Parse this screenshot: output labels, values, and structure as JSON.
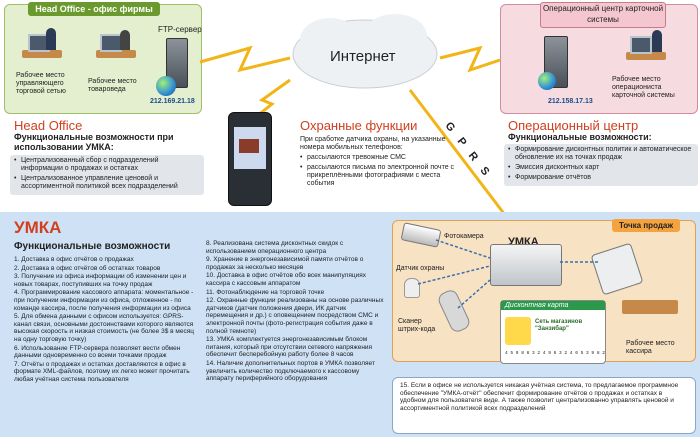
{
  "head_office": {
    "tab": "Head Office - офис фирмы",
    "ws1": "Рабочее место управляющего торговой сетью",
    "ws2": "Рабочее место товароведа",
    "ftp_label": "FTP-сервер",
    "ip": "212.169.21.18",
    "section_title": "Head Office",
    "subtitle": "Функциональные возможности при использовании УМКА:",
    "bullets": [
      "Централизованный сбор с подразделений информации о продажах и остатках",
      "Централизованное управление ценовой и ассортиментной политикой всех подразделений"
    ]
  },
  "op_center": {
    "tab": "Операционный центр карточной системы",
    "ws": "Рабочее место операциониста карточной системы",
    "ip": "212.158.17.13",
    "section_title": "Операционный центр",
    "subtitle": "Функциональные возможности:",
    "bullets": [
      "Формирование дисконтных политик и автоматическое обновление их на точках продаж",
      "Эмиссия дисконтных карт",
      "Формирование отчётов"
    ]
  },
  "internet": {
    "label": "Интернет",
    "gprs": "G P R S"
  },
  "security": {
    "section_title": "Охранные функции",
    "intro": "При сработке датчика охраны, на указанные номера мобильных телефонов:",
    "bullets": [
      "рассылаются тревожные СМС",
      "рассылаются письма по электронной почте с прикреплёнными фотографиями с места события"
    ]
  },
  "umka": {
    "title": "УМКА",
    "subtitle": "Функциональные возможности",
    "col1": [
      "1. Доставка в офис отчётов о продажах",
      "2. Доставка в офис отчётов об остатках товаров",
      "3. Получение из офиса информации об изменении цен и новых товарах, поступивших на точку продаж",
      "4. Программирование кассового аппарата: моментальное - при получении информации из офиса, отложенное - по команде кассира, после получения информации из офиса",
      "5. Для обмена данными с офисом используется: GPRS-канал связи, основными достоинствами которого являются высокая скорость и низкая стоимость (не более 3$ в месяц на одну торговую точку)",
      "6. Использование FTP-сервера позволяет вести обмен данными одновременно со всеми точками продаж",
      "7. Отчёты о продажах и остатках доставляются в офис в формате XML-файлов, поэтому их легко может прочитать любая учётная система пользователя"
    ],
    "col2": [
      "8. Реализована система дисконтных скидок с использованием операционного центра",
      "9. Хранение в энергонезависимой памяти отчётов о продажах за несколько месяцев",
      "10. Доставка в офис отчётов обо всех манипуляциях кассира с кассовым аппаратом",
      "11. Фотонаблюдение на торговой точке",
      "12. Охранные функции реализованы на основе различных датчиков (датчик положения двери, ИК датчик перемещения и др.) с оповещением посредством СМС и электронной почты (фото-регистрация события даже в полной темноте)",
      "13. УМКА комплектуется энергонезависимым блоком питания, который при отсутствии сетевого напряжения обеспечит бесперебойную работу более 8 часов",
      "14. Наличие дополнительных портов в УМКА позволяет увеличить количество подключаемого к кассовому аппарату периферийного оборудования"
    ],
    "col3": "15. Если в офисе не используется никакая учётная система, то предлагаемое программное обеспечение \"УМКА-отчёт\" обеспечит формирование отчётов о продажах и остатках в удобном для пользователя виде. А также позволит централизованно управлять ценовой и ассортиментной политикой всех подразделений"
  },
  "shop": {
    "tab": "Точка продаж",
    "camera": "Фотокамера",
    "umka_label": "УМКА",
    "sensor": "Датчик охраны",
    "scanner": "Сканер штрих-кода",
    "card_head": "Дисконтная карта",
    "card_shop": "Сеть магазинов \"Занзибар\"",
    "barcode": "4 5 9 8 6 3 2 4 9 6 3 2 4 6 5 3 9 8 2",
    "cashier": "Рабочее место кассира"
  }
}
